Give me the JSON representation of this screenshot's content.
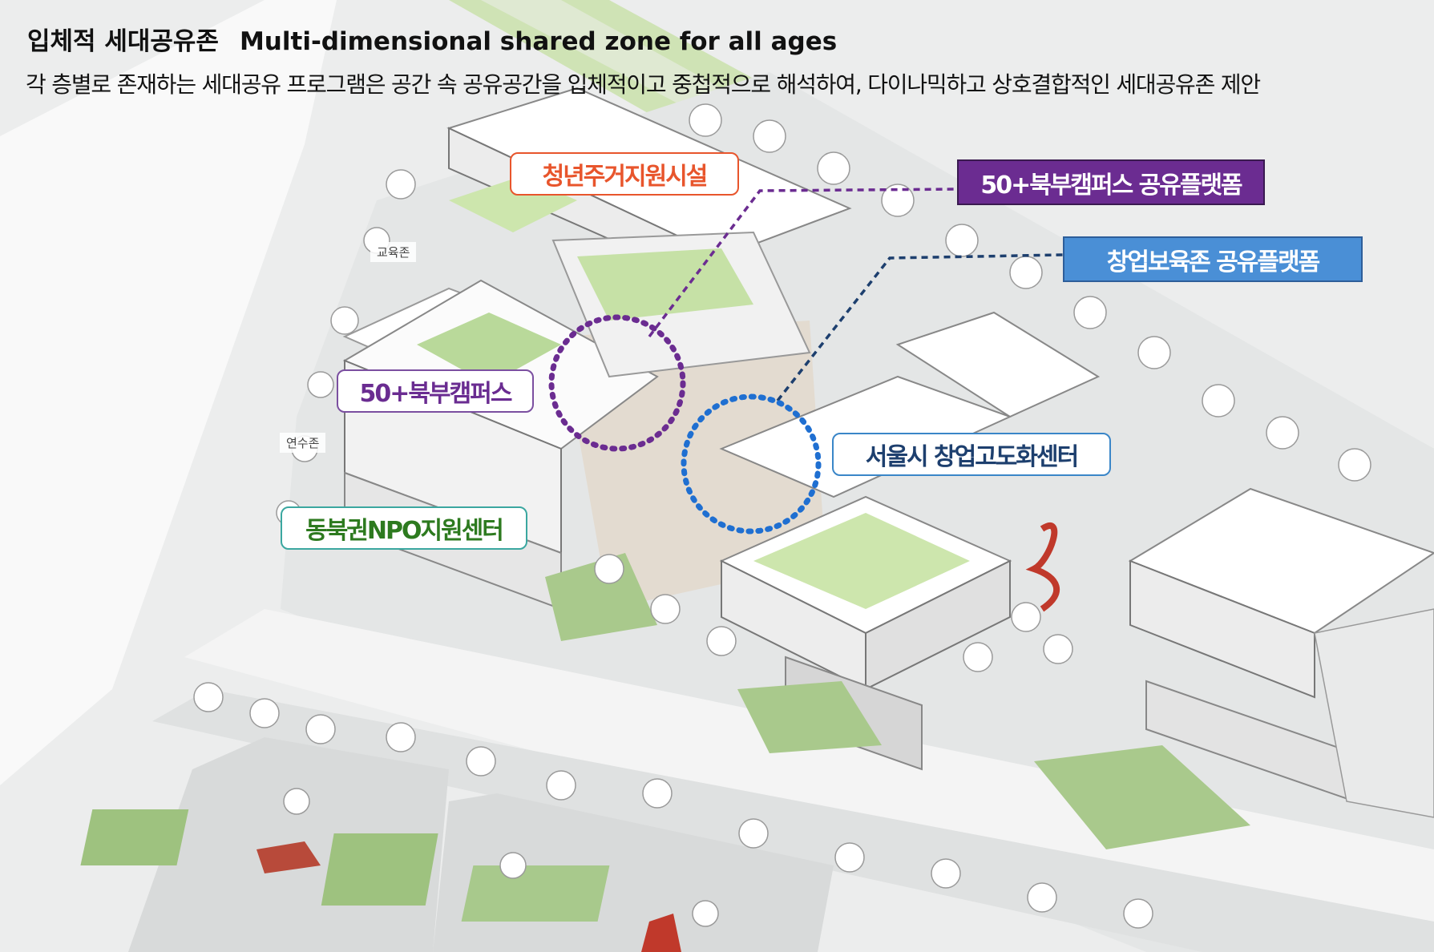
{
  "header": {
    "title_ko": "입체적 세대공유존",
    "title_en": "Multi-dimensional shared zone for all ages",
    "subtitle": "각 층별로 존재하는 세대공유 프로그램은 공간 속 공유공간을 입체적이고 중첩적으로 해석하여, 다이나믹하고 상호결합적인 세대공유존 제안"
  },
  "labels": {
    "youth_housing": "청년주거지원시설",
    "campus_50": "50+북부캠퍼스",
    "npo_center": "동북권NPO지원센터",
    "startup_center": "서울시 창업고도화센터",
    "platform_50": "50+북부캠퍼스 공유플랫폼",
    "platform_startup": "창업보육존 공유플랫폼"
  },
  "zones": {
    "education": "교육존",
    "research": "연수존"
  },
  "colors": {
    "orange": "#e8552c",
    "purple": "#6b2c91",
    "green": "#2d7a1f",
    "navy": "#1d3f6e",
    "blue": "#4a8fd6",
    "dot_blue": "#1f6fd1",
    "lawn": "#b9d99a"
  }
}
